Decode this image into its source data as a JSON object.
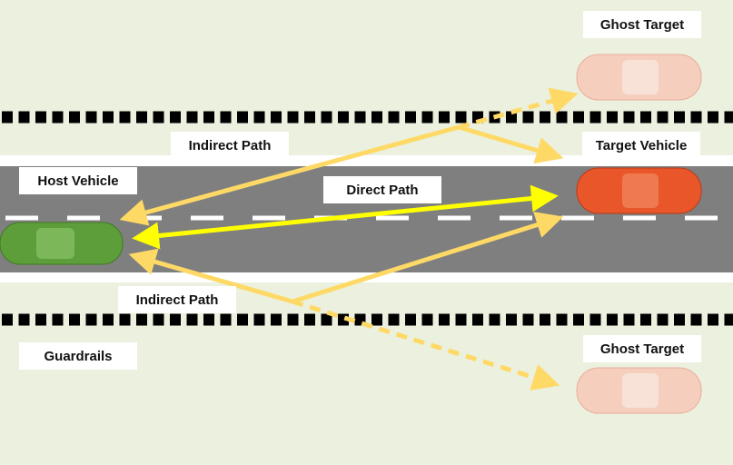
{
  "labels": {
    "ghost_top": "Ghost Target",
    "indirect_top": "Indirect Path",
    "target": "Target Vehicle",
    "host": "Host Vehicle",
    "direct": "Direct Path",
    "indirect_bottom": "Indirect Path",
    "guardrails": "Guardrails",
    "ghost_bottom": "Ghost Target"
  },
  "colors": {
    "background": "#ebf1de",
    "road": "#7f7f7f",
    "direct_path": "#ffff00",
    "indirect_path": "#ffd966",
    "host_vehicle": "#5e9e3a",
    "target_vehicle": "#e8562a",
    "ghost_vehicle": "#f8c8b8"
  }
}
